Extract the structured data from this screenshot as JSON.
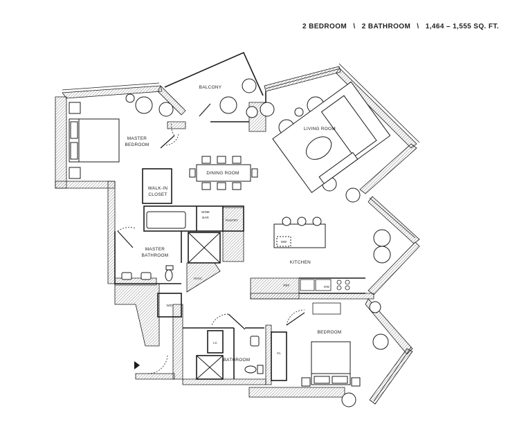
{
  "header": {
    "bedrooms": "2 BEDROOM",
    "sep1": "\\",
    "bathrooms": "2 BATHROOM",
    "sep2": "\\",
    "area": "1,464 – 1,555 SQ. FT."
  },
  "rooms": {
    "balcony": "BALCONY",
    "living_room": "LIVING ROOM",
    "master_bedroom_1": "MASTER",
    "master_bedroom_2": "BEDROOM",
    "dining_room": "DINING ROOM",
    "walk_in_1": "WALK-IN",
    "walk_in_2": "CLOSET",
    "wine_1": "WINE",
    "wine_2": "BAR",
    "pantry": "PANTRY",
    "master_bath_1": "MASTER",
    "master_bath_2": "BATHROOM",
    "kitchen": "KITCHEN",
    "mw": "MW",
    "hvac": "HVAC",
    "ref": "REF",
    "dw": "DW",
    "wd": "W/D",
    "lc": "LC",
    "cl": "CL",
    "bathroom": "BATHROOM",
    "bedroom": "BEDROOM"
  },
  "colors": {
    "wall": "#1a1a1a",
    "hatch": "#888888",
    "background": "#ffffff"
  }
}
